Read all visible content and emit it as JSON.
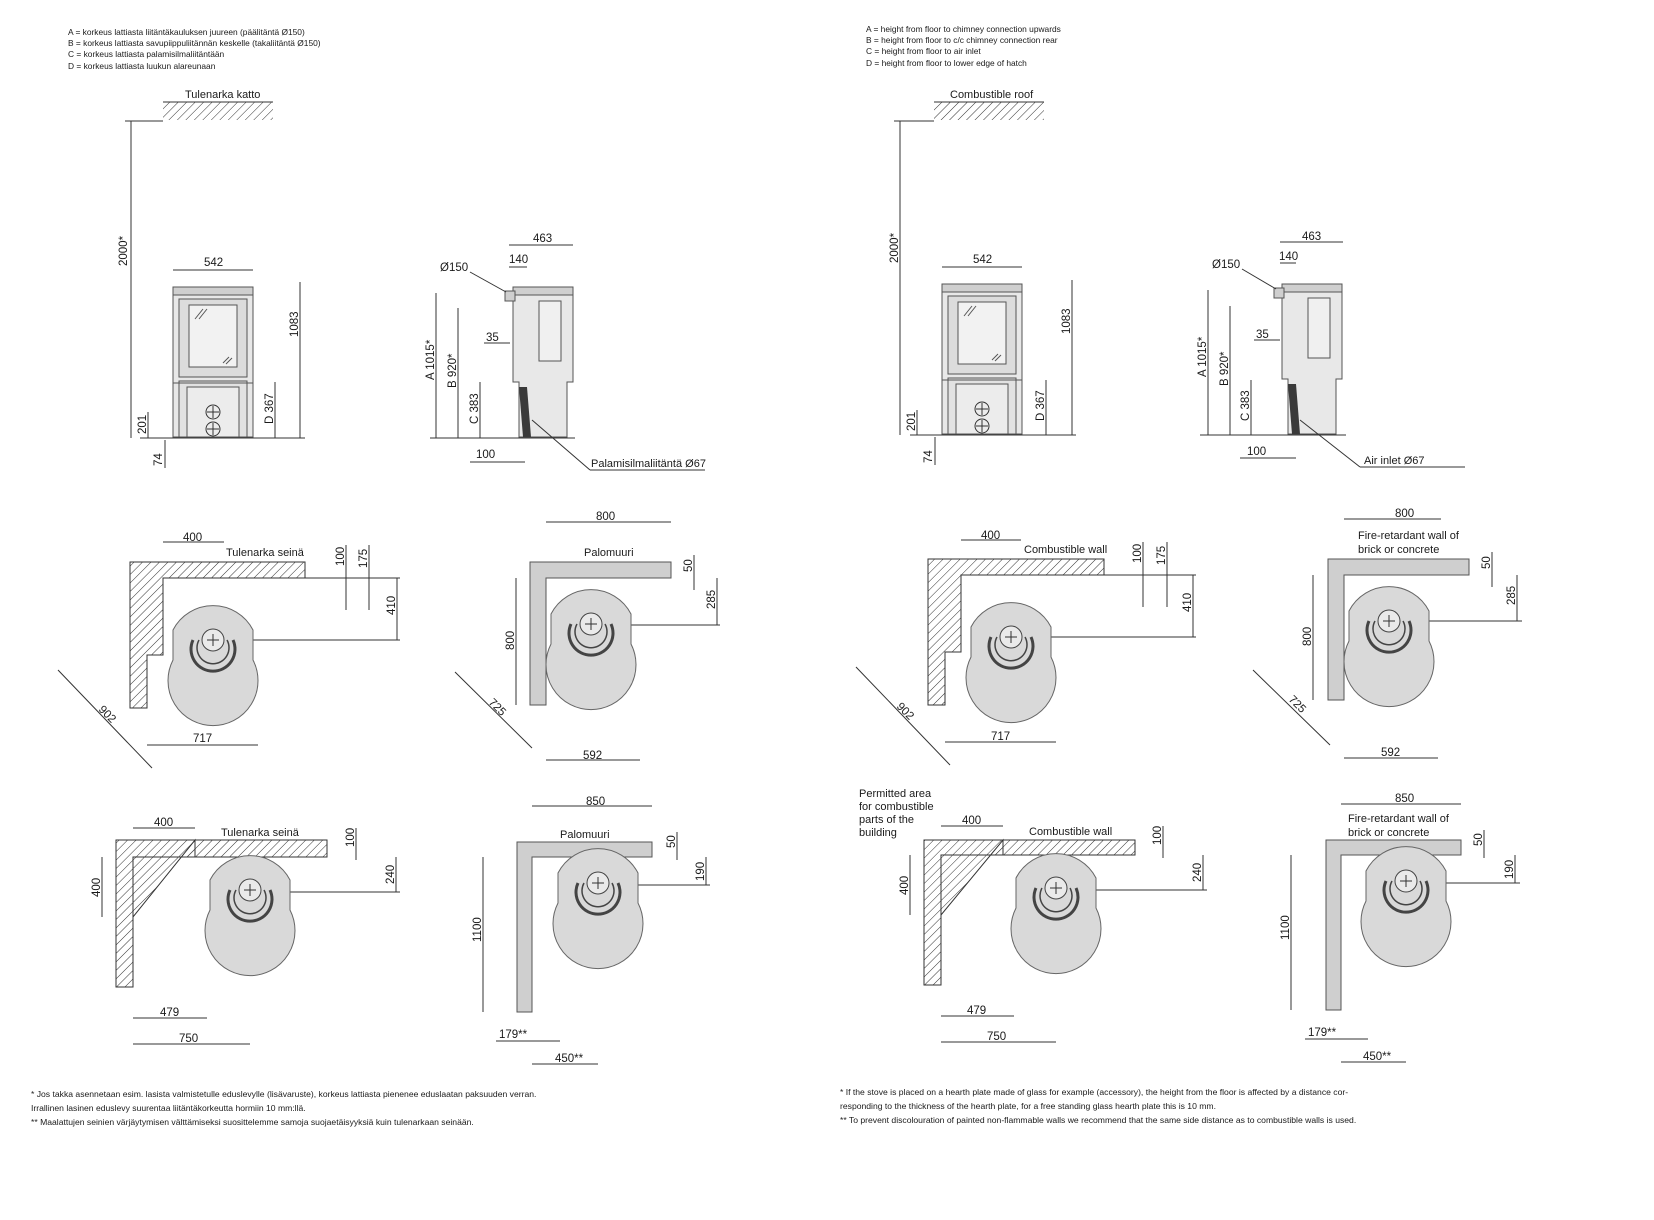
{
  "fi": {
    "legend": [
      "A = korkeus lattiasta liitäntäkauluksen juureen (päälitäntä Ø150)",
      "B = korkeus lattiasta savupiippuliitännän keskelle (takaliitäntä Ø150)",
      "C = korkeus lattiasta palamisilmaliitäntään",
      "D = korkeus lattiasta luukun alareunaan"
    ],
    "ceiling_label": "Tulenarka katto",
    "inlet_label": "Palamisilmaliitäntä Ø67",
    "corner_wall_label": "Tulenarka seinä",
    "firewall_label": "Palomuuri",
    "wall_label_2": "Tulenarka seinä",
    "firewall_label_2": "Palomuuri",
    "footnotes": [
      "*   Jos takka asennetaan esim. lasista valmistetulle eduslevylle (lisävaruste), korkeus lattiasta pienenee eduslaatan paksuuden verran.",
      "     Irrallinen lasinen eduslevy suurentaa liitäntäkorkeutta hormiin 10 mm:llä.",
      "**  Maalattujen seinien värjäytymisen välttämiseksi suosittelemme samoja suojaetäisyyksiä kuin tulenarkaan seinään."
    ]
  },
  "en": {
    "legend": [
      "A =  height from floor to chimney connection upwards",
      "B =  height from floor to c/c chimney connection rear",
      "C =  height from floor to air inlet",
      "D =  height from floor to lower edge of hatch"
    ],
    "ceiling_label": "Combustible roof",
    "inlet_label": "Air inlet Ø67",
    "corner_wall_label": "Combustible wall",
    "firewall_label": [
      "Fire-retardant wall of",
      "brick or concrete"
    ],
    "wall_label_2": "Combustible wall",
    "firewall_label_2": [
      "Fire-retardant wall of",
      "brick or concrete"
    ],
    "permitted_area": [
      "Permitted area",
      "for combustible",
      "parts of the",
      "building"
    ],
    "footnotes": [
      "*   If the stove is placed on a hearth plate made of glass for example (accessory), the height from the floor is affected by a distance cor-",
      "     responding to the thickness of the hearth plate, for a free standing glass hearth plate this is 10 mm.",
      "**  To prevent discolouration of painted non-flammable walls we recommend that the same side distance as to combustible walls is used."
    ]
  },
  "dims": {
    "clearance_2000": "2000*",
    "width_542": "542",
    "height_1083": "1083",
    "d_367": "D 367",
    "h_201": "201",
    "h_74": "74",
    "depth_463": "463",
    "d_140": "140",
    "flue_150": "Ø150",
    "d_35": "35",
    "a_1015": "A 1015*",
    "b_920": "B 920*",
    "c_383": "C 383",
    "d_100_side": "100",
    "corner_400": "400",
    "corner_100": "100",
    "corner_175": "175",
    "corner_410": "410",
    "corner_902": "902",
    "corner_717": "717",
    "fw_800_top": "800",
    "fw_50": "50",
    "fw_285": "285",
    "fw_800_side": "800",
    "fw_725": "725",
    "fw_592": "592",
    "w2_400_top": "400",
    "w2_100": "100",
    "w2_240": "240",
    "w2_400_side": "400",
    "w2_479": "479",
    "w2_750": "750",
    "fw2_850": "850",
    "fw2_50": "50",
    "fw2_190": "190",
    "fw2_1100": "1100",
    "fw2_179": "179**",
    "fw2_450": "450**"
  }
}
